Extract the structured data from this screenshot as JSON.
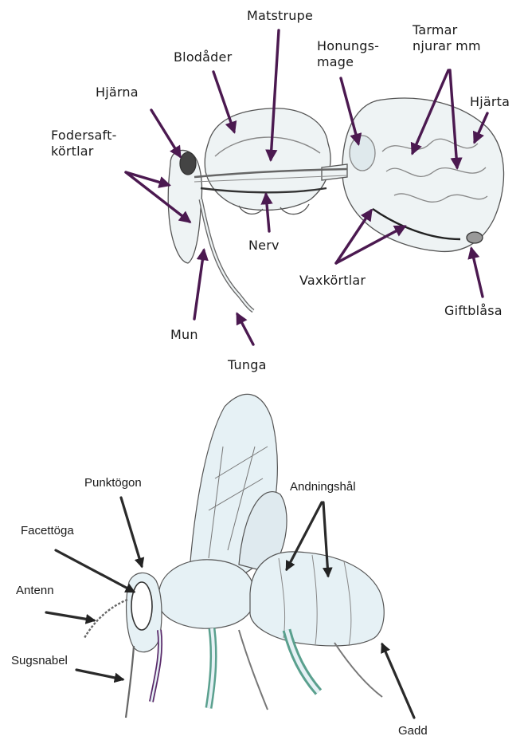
{
  "colors": {
    "arrow": "#4b1950",
    "outline": "#555555",
    "body_fill": "#e6f1f5",
    "leg_teal": "#5aa08e",
    "leg_purple": "#5a2a6a"
  },
  "internal_anatomy": {
    "labels": {
      "matstrupe": "Matstrupe",
      "honungsmage_1": "Honungs-",
      "honungsmage_2": "mage",
      "tarmar_1": "Tarmar",
      "tarmar_2": "njurar mm",
      "blodader": "Blodåder",
      "hjarna": "Hjärna",
      "hjarta": "Hjärta",
      "fodersaft_1": "Fodersaft-",
      "fodersaft_2": "körtlar",
      "nerv": "Nerv",
      "vaxkortlar": "Vaxkörtlar",
      "mun": "Mun",
      "giftblasa": "Giftblåsa",
      "tunga": "Tunga"
    }
  },
  "external_anatomy": {
    "labels": {
      "punktogon": "Punktögon",
      "andningshal": "Andningshål",
      "facettoga": "Facettöga",
      "antenn": "Antenn",
      "sugsnabel": "Sugsnabel",
      "gadd": "Gadd"
    }
  }
}
